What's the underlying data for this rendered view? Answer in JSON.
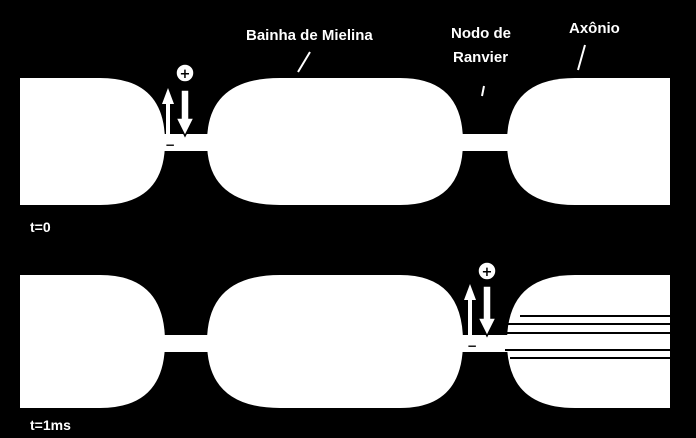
{
  "labels": {
    "myelin_sheath": "Bainha de Mielina",
    "node_line1": "Nodo de",
    "node_line2": "Ranvier",
    "axon": "Axônio"
  },
  "panels": [
    {
      "time_label": "t=0",
      "positive_symbol": "+",
      "negative_symbol": "−",
      "active_node": "node-1"
    },
    {
      "time_label": "t=1ms",
      "positive_symbol": "+",
      "negative_symbol": "−",
      "active_node": "node-2"
    }
  ],
  "colors": {
    "background": "#000000",
    "foreground": "#ffffff"
  }
}
